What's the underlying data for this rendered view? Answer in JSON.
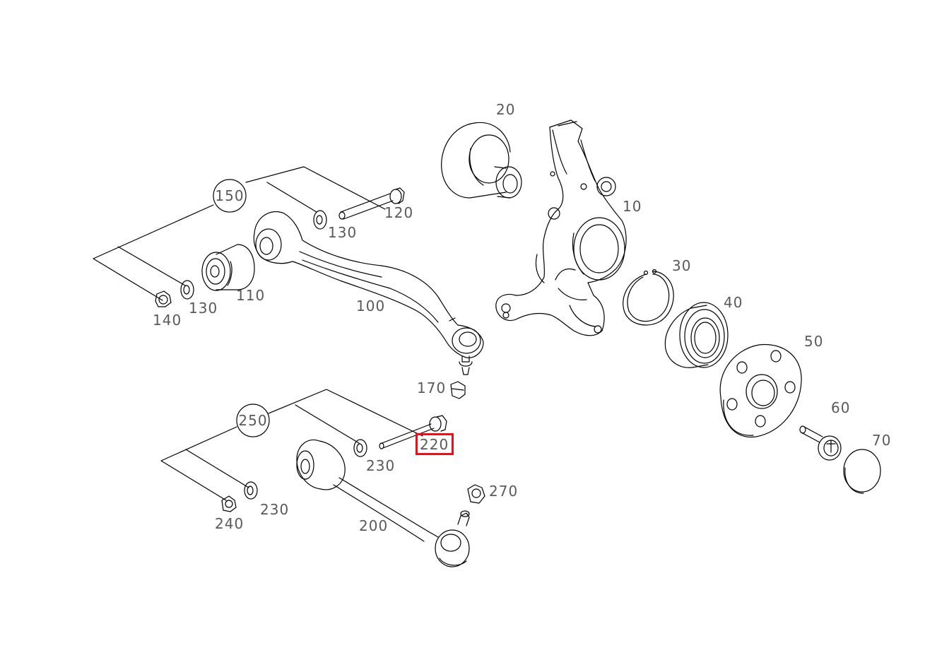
{
  "diagram": {
    "line_color": "#000000",
    "label_color": "#5a5a5a",
    "highlight_color": "#e8111a",
    "highlighted_part": "220",
    "parts": [
      {
        "id": "p10",
        "label": "10",
        "icon": "steering-knuckle"
      },
      {
        "id": "p20",
        "label": "20",
        "icon": "bushing-mount"
      },
      {
        "id": "p30",
        "label": "30",
        "icon": "circlip"
      },
      {
        "id": "p40",
        "label": "40",
        "icon": "wheel-bearing"
      },
      {
        "id": "p50",
        "label": "50",
        "icon": "wheel-hub"
      },
      {
        "id": "p60",
        "label": "60",
        "icon": "hub-bolt"
      },
      {
        "id": "p70",
        "label": "70",
        "icon": "dust-cap"
      },
      {
        "id": "p100",
        "label": "100",
        "icon": "control-arm-upper"
      },
      {
        "id": "p110",
        "label": "110",
        "icon": "bushing"
      },
      {
        "id": "p120",
        "label": "120",
        "icon": "bolt"
      },
      {
        "id": "p130a",
        "label": "130",
        "icon": "washer"
      },
      {
        "id": "p130b",
        "label": "130",
        "icon": "washer"
      },
      {
        "id": "p140",
        "label": "140",
        "icon": "nut"
      },
      {
        "id": "p170",
        "label": "170",
        "icon": "nut"
      },
      {
        "id": "p200",
        "label": "200",
        "icon": "control-arm-lower"
      },
      {
        "id": "p220",
        "label": "220",
        "icon": "bolt"
      },
      {
        "id": "p230a",
        "label": "230",
        "icon": "washer"
      },
      {
        "id": "p230b",
        "label": "230",
        "icon": "washer"
      },
      {
        "id": "p240",
        "label": "240",
        "icon": "nut"
      },
      {
        "id": "p270",
        "label": "270",
        "icon": "nut"
      }
    ],
    "groups": [
      {
        "id": "g150",
        "label": "150"
      },
      {
        "id": "g250",
        "label": "250"
      }
    ]
  }
}
